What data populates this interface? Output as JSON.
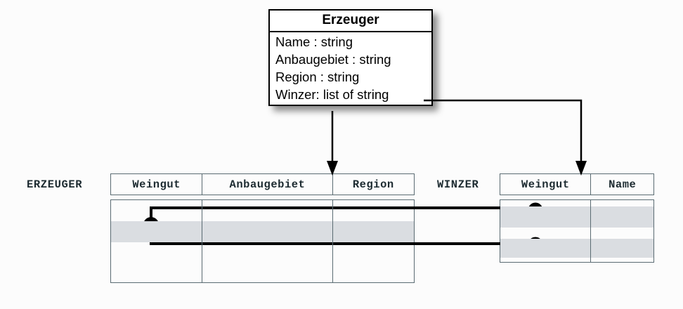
{
  "diagram": {
    "title": "Erzeuger-Winzer mapping diagram",
    "background_color": "#fcfcfc",
    "line_color": "#000000",
    "table_border_color": "#5a6b72",
    "row_shade_color": "#dadde1"
  },
  "uml_class": {
    "name": "Erzeuger",
    "attributes": [
      {
        "text": "Name : string"
      },
      {
        "text": "Anbaugebiet : string"
      },
      {
        "text": "Region : string"
      },
      {
        "text": "Winzer: list of string"
      }
    ]
  },
  "tables": [
    {
      "label": "ERZEUGER",
      "columns": [
        "Weingut",
        "Anbaugebiet",
        "Region"
      ],
      "rows": [
        {
          "cells": [
            "",
            "",
            ""
          ],
          "shaded": false
        },
        {
          "cells": [
            "",
            "",
            ""
          ],
          "shaded": true
        },
        {
          "cells": [
            "",
            "",
            ""
          ],
          "shaded": false
        },
        {
          "cells": [
            "",
            "",
            ""
          ],
          "shaded": false
        }
      ]
    },
    {
      "label": "WINZER",
      "columns": [
        "Weingut",
        "Name"
      ],
      "rows": [
        {
          "cells": [
            "",
            ""
          ],
          "shaded": true
        },
        {
          "cells": [
            "",
            ""
          ],
          "shaded": false
        },
        {
          "cells": [
            "",
            ""
          ],
          "shaded": true
        }
      ]
    }
  ],
  "connectors": [
    {
      "name": "erzeuger-arrow",
      "from": "Erzeuger class box",
      "to": "ERZEUGER table",
      "style": "arrow-down"
    },
    {
      "name": "winzer-arrow",
      "from": "Winzer: list of string attribute",
      "to": "WINZER table",
      "style": "elbow-arrow-down"
    },
    {
      "name": "weingut-link-upper",
      "from": "ERZEUGER.Weingut",
      "to": "WINZER.Weingut row 1",
      "style": "bullet-line"
    },
    {
      "name": "weingut-link-lower",
      "from": "ERZEUGER.Weingut",
      "to": "WINZER.Weingut row 3",
      "style": "bullet-line"
    }
  ]
}
